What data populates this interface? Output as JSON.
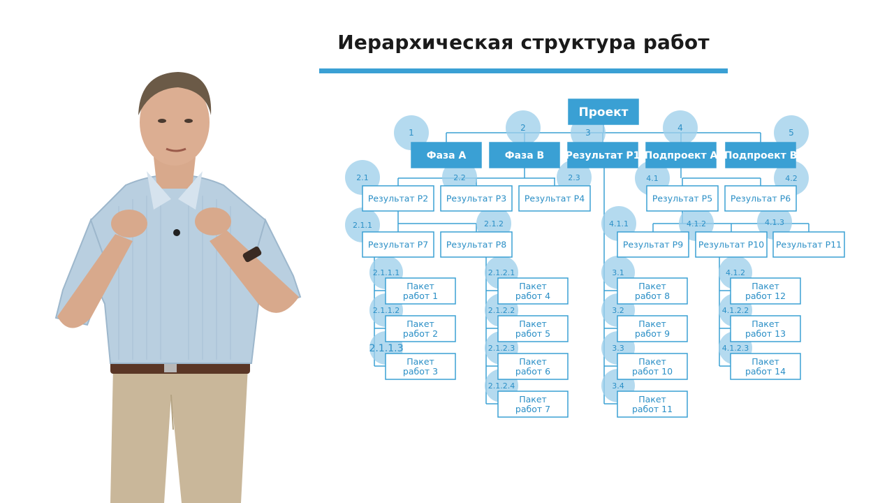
{
  "title": "Иерархическая структура работ",
  "colors": {
    "accent": "#3aa0d4",
    "circle": "#9fd0ea",
    "text_blue": "#2b8fc6"
  },
  "wbs": {
    "root": "Проект",
    "level1": [
      {
        "label": "Фаза A",
        "code": "1"
      },
      {
        "label": "Фаза B",
        "code": "2"
      },
      {
        "label": "Результат P1",
        "code": "3"
      },
      {
        "label": "Подпроект A",
        "code": "4"
      },
      {
        "label": "Подпроект B",
        "code": "5"
      }
    ],
    "level2": [
      {
        "label": "Результат P2",
        "code": "2.1"
      },
      {
        "label": "Результат P3",
        "code": "2.2"
      },
      {
        "label": "Результат P4",
        "code": "2.3"
      },
      {
        "label": "Результат P5",
        "code": "4.1"
      },
      {
        "label": "Результат P6",
        "code": "4.2"
      }
    ],
    "level3": [
      {
        "label": "Результат P7",
        "code": "2.1.1"
      },
      {
        "label": "Результат P8",
        "code": "2.1.2"
      },
      {
        "label": "Результат P9",
        "code": "4.1.1"
      },
      {
        "label": "Результат P10",
        "code": "4.1.2"
      },
      {
        "label": "Результат P11",
        "code": "4.1.3"
      }
    ],
    "packages": [
      {
        "line1": "Пакет",
        "line2": "работ 1",
        "code": "2.1.1.1"
      },
      {
        "line1": "Пакет",
        "line2": "работ 2",
        "code": "2.1.1.2"
      },
      {
        "line1": "Пакет",
        "line2": "работ 3",
        "code": "2.1.1.3"
      },
      {
        "line1": "Пакет",
        "line2": "работ 4",
        "code": "2.1.2.1"
      },
      {
        "line1": "Пакет",
        "line2": "работ 5",
        "code": "2.1.2.2"
      },
      {
        "line1": "Пакет",
        "line2": "работ 6",
        "code": "2.1.2.3"
      },
      {
        "line1": "Пакет",
        "line2": "работ 7",
        "code": "2.1.2.4"
      },
      {
        "line1": "Пакет",
        "line2": "работ 8",
        "code": "3.1"
      },
      {
        "line1": "Пакет",
        "line2": "работ 9",
        "code": "3.2"
      },
      {
        "line1": "Пакет",
        "line2": "работ 10",
        "code": "3.3"
      },
      {
        "line1": "Пакет",
        "line2": "работ 11",
        "code": "3.4"
      },
      {
        "line1": "Пакет",
        "line2": "работ 12",
        "code": "4.1.2"
      },
      {
        "line1": "Пакет",
        "line2": "работ 13",
        "code": "4.1.2.2"
      },
      {
        "line1": "Пакет",
        "line2": "работ 14",
        "code": "4.1.2.3"
      }
    ]
  }
}
